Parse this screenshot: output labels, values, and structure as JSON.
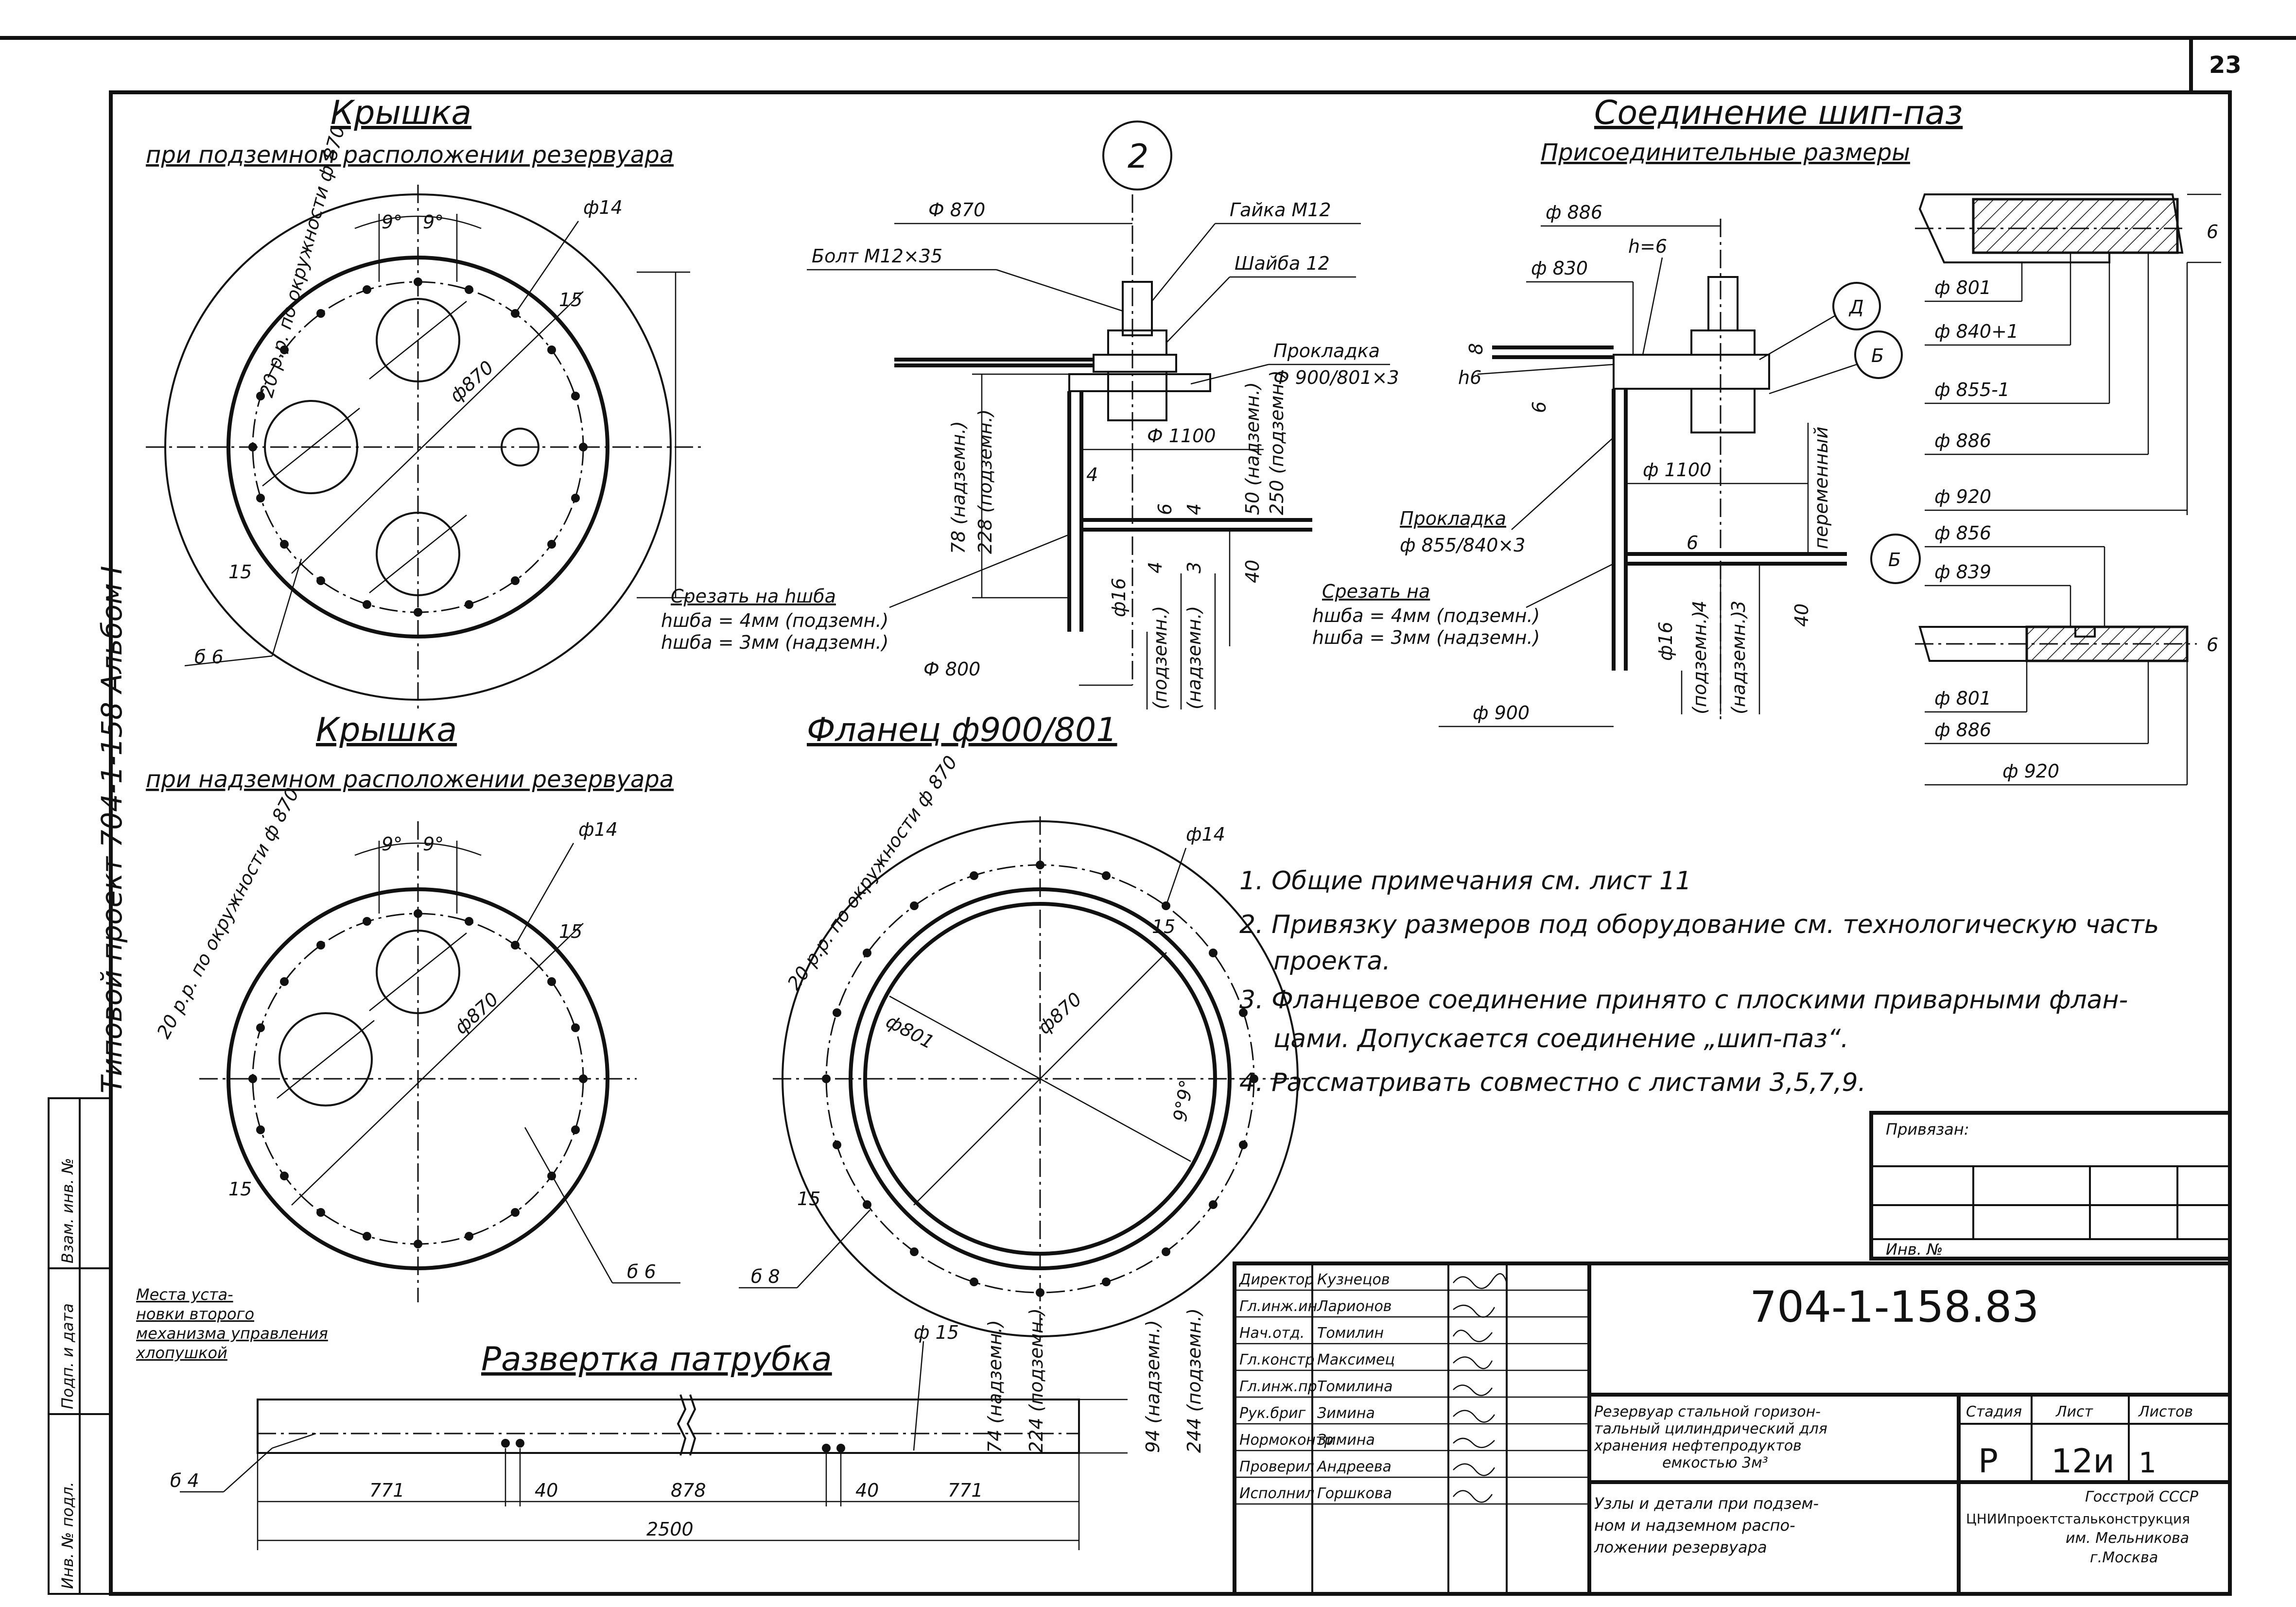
{
  "sheet": {
    "number": "23",
    "side_text": "Типовой проект 704-1-158 Альбом I"
  },
  "views": {
    "cover_underground": {
      "title": "Крышка",
      "subtitle": "при подземном расположении резервуара",
      "labels": {
        "holes": "20 р.р. по окружности ф 870",
        "hole_dia": "ф14",
        "angle_a": "9°",
        "angle_b": "9°",
        "dia": "ф870",
        "edge_a": "15",
        "edge_b": "15",
        "thickness": "б 6"
      }
    },
    "cover_aboveground": {
      "title": "Крышка",
      "subtitle": "при надземном расположении резервуара",
      "labels": {
        "holes": "20 р.р. по окружности ф 870",
        "hole_dia": "ф14",
        "angle_a": "9°",
        "angle_b": "9°",
        "dia": "ф870",
        "edge_a": "15",
        "edge_b": "15",
        "thickness": "б 6"
      }
    },
    "flange": {
      "title": "Фланец ф900/801",
      "labels": {
        "holes": "20 р.р. по окружности ф 870",
        "hole_dia": "ф14",
        "dia_inner": "ф801",
        "dia_bolt": "ф870",
        "edge_a": "15",
        "edge_b": "15",
        "angle": "9°9°",
        "thickness": "б 8"
      }
    },
    "node_2": {
      "marker": "2",
      "labels": {
        "d870": "Ф 870",
        "nut": "Гайка М12",
        "bolt": "Болт М12×35",
        "washer": "Шайба 12",
        "gasket": "Прокладка",
        "gasket_size": "Ф 900/801×3",
        "d1100": "Ф 1100",
        "d800": "Ф 800",
        "d16": "ф16",
        "h78": "78 (надземн.)",
        "h228": "228 (подземн.)",
        "h50": "50 (надземн.)",
        "h250": "250 (подземн.)",
        "v4a": "4",
        "v6": "6",
        "v4b": "4",
        "v4c": "4",
        "v3": "3",
        "v40": "40",
        "under_a": "(подземн.)",
        "under_b": "(надземн.)",
        "cut_title": "Срезать на hшба",
        "cut_1": "hшба = 4мм (подземн.)",
        "cut_2": "hшба = 3мм (надземн.)"
      }
    },
    "tongue_groove": {
      "title": "Соединение шип-паз",
      "subtitle": "Присоединительные размеры",
      "labels": {
        "d886": "ф 886",
        "d830": "ф 830",
        "h6": "h=6",
        "v8": "8",
        "v6": "6",
        "hb": "h6",
        "d1100": "ф 1100",
        "variable": "переменный",
        "gasket": "Прокладка",
        "gasket_size": "ф 855/840×3",
        "cut_title": "Срезать на",
        "cut_1": "hшба = 4мм (подземн.)",
        "cut_2": "hшба = 3мм (надземн.)",
        "d900": "ф 900",
        "d16": "ф16",
        "v4": "4",
        "v3": "3",
        "v40": "40",
        "v6b": "6",
        "under_a": "(подземн.)",
        "under_b": "(надземн.)",
        "mark_d": "Д",
        "mark_b": "Б"
      }
    },
    "detail_profiles": {
      "top": [
        "ф 801",
        "ф 840+1",
        "ф 855-1",
        "ф 886",
        "ф 920"
      ],
      "top_thk": "6",
      "mark": "Б",
      "bottom": [
        "ф 856",
        "ф 839",
        "ф 801",
        "ф 886",
        "ф 920"
      ],
      "bottom_thk": "6"
    },
    "pipe_development": {
      "title": "Развертка патрубка",
      "note": "Места установки второго механизма управления хлопушкой",
      "labels": {
        "d15": "ф 15",
        "h74": "74 (надземн.)",
        "h224": "224 (подземн.)",
        "h94": "94 (надземн.)",
        "h244": "244 (подземн.)",
        "thickness": "б 4",
        "s1": "771",
        "s2": "40",
        "s3": "878",
        "s4": "40",
        "s5": "771",
        "total": "2500"
      }
    }
  },
  "notes": [
    "1. Общие примечания см. лист 11",
    "2. Привязку размеров под оборудование см. технологическую часть",
    "проекта.",
    "3. Фланцевое соединение принято с плоскими приварными флан-",
    "цами. Допускается соединение „шип-паз“.",
    "4. Рассматривать совместно с листами 3,5,7,9."
  ],
  "stamp": {
    "attached": "Привязан:",
    "inv": "Инв. №",
    "code": "704-1-158.83",
    "roles": [
      "Директор",
      "Гл.инж.ин",
      "Нач.отд.",
      "Гл.констр",
      "Гл.инж.пр",
      "Рук.бриг",
      "Нормоконтр",
      "Проверил",
      "Исполнил"
    ],
    "names": [
      "Кузнецов",
      "Ларионов",
      "Томилин",
      "Максимец",
      "Томилина",
      "Зимина",
      "Зимина",
      "Андреева",
      "Горшкова"
    ],
    "desc_1": "Резервуар стальной горизон-тальный цилиндрический для хранения нефтепродуктов емкостью 3м³",
    "desc_2": "Узлы и детали при подзем-ном и надземном распо-ложении резервуара",
    "stage_h": "Стадия",
    "sheet_h": "Лист",
    "sheets_h": "Листов",
    "stage": "Р",
    "sheet": "12и",
    "sheets": "1",
    "org": "Госстрой СССР ЦНИИпроектстальконструкция им. Мельникова г.Москва",
    "left_box": [
      "Инв. № подл.",
      "Подп. и дата",
      "Взам. инв. №"
    ]
  }
}
